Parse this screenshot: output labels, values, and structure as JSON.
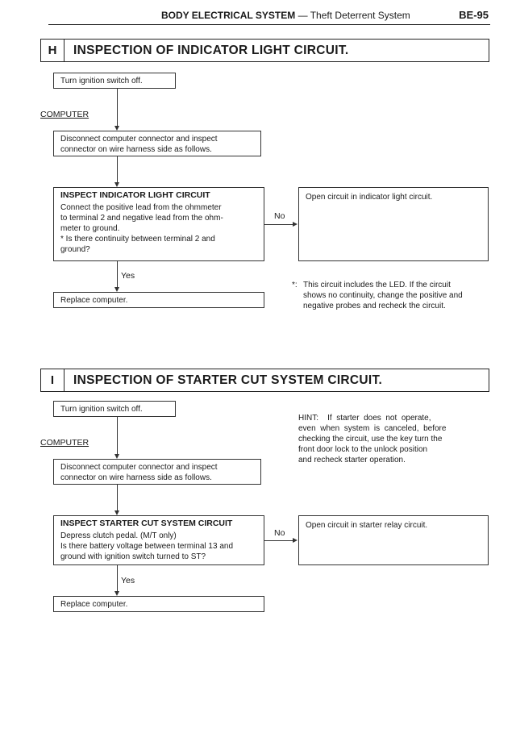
{
  "header": {
    "system": "BODY ELECTRICAL SYSTEM",
    "separator": "—",
    "subsystem": "Theft Deterrent System",
    "page_number": "BE-95"
  },
  "section_h": {
    "letter": "H",
    "title": "INSPECTION OF INDICATOR LIGHT CIRCUIT.",
    "step1": "Turn ignition switch off.",
    "computer_label": "COMPUTER",
    "step2": [
      "Disconnect computer connector and inspect",
      "connector on wire harness side as follows."
    ],
    "inspect_title": "INSPECT INDICATOR LIGHT CIRCUIT",
    "inspect_lines": [
      "Connect the positive lead from the ohmmeter",
      "to terminal 2 and negative lead from the ohm-",
      "meter to ground.",
      "* Is there continuity between terminal 2 and",
      "ground?"
    ],
    "no_label": "No",
    "yes_label": "Yes",
    "no_result": "Open circuit in indicator light circuit.",
    "yes_result": "Replace computer.",
    "note_marker": "*:",
    "note_lines": [
      "This circuit includes the LED.  If the circuit",
      "shows no continuity, change the positive and",
      "negative probes and recheck the circuit."
    ]
  },
  "section_i": {
    "letter": "I",
    "title": "INSPECTION OF STARTER CUT SYSTEM CIRCUIT.",
    "step1": "Turn ignition switch off.",
    "computer_label": "COMPUTER",
    "step2": [
      "Disconnect computer connector and inspect",
      "connector on wire harness side as follows."
    ],
    "inspect_title": "INSPECT STARTER CUT SYSTEM CIRCUIT",
    "inspect_lines": [
      "Depress clutch pedal. (M/T only)",
      "Is there battery voltage between terminal 13 and",
      "ground with ignition switch turned to ST?"
    ],
    "no_label": "No",
    "yes_label": "Yes",
    "no_result": "Open circuit in starter relay circuit.",
    "yes_result": "Replace computer.",
    "hint_lines": [
      "HINT:    If  starter  does  not  operate,",
      "even  when  system  is  canceled,  before",
      "checking the circuit, use the key turn the",
      "front door lock to the unlock position",
      "and recheck starter operation."
    ]
  }
}
